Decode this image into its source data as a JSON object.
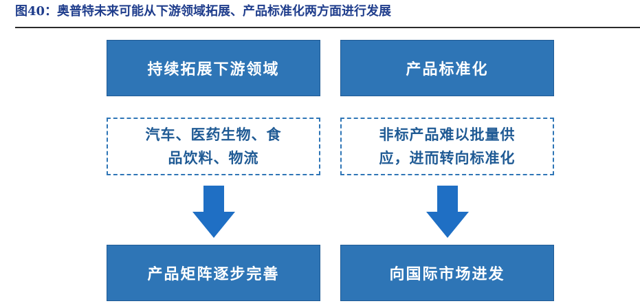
{
  "title": "图40：奥普特未来可能从下游领域拓展、产品标准化两方面进行发展",
  "left": {
    "top_box": "持续拓展下游领域",
    "detail_line1": "汽车、医药生物、食",
    "detail_line2": "品饮料、物流",
    "bottom_box": "产品矩阵逐步完善"
  },
  "right": {
    "top_box": "产品标准化",
    "detail_line1": "非标产品难以批量供",
    "detail_line2": "应，进而转向标准化",
    "bottom_box": "向国际市场进发"
  },
  "colors": {
    "box_fill": "#2e75b6",
    "arrow_fill": "#1f6fc4",
    "title_text": "#1f3d8c"
  }
}
